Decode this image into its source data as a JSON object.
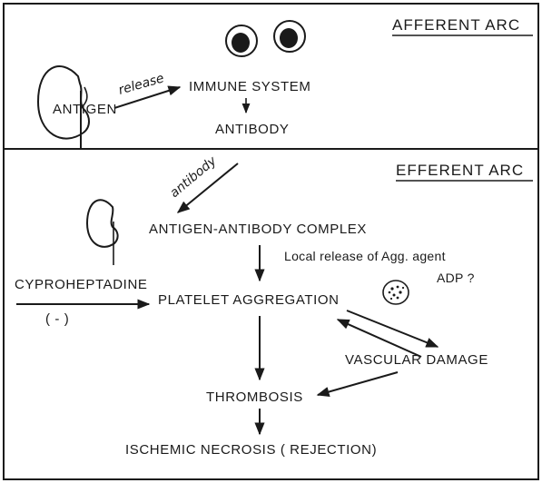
{
  "afferent": {
    "title": "AFFERENT ARC",
    "antigen": "ANTIGEN",
    "release": "release",
    "immune_system": "IMMUNE SYSTEM",
    "antibody": "ANTIBODY"
  },
  "efferent": {
    "title": "EFFERENT ARC",
    "antibody_arrow": "antibody",
    "complex": "ANTIGEN-ANTIBODY COMPLEX",
    "local_release": "Local release of Agg. agent",
    "adp": "ADP ?",
    "cyproheptadine": "CYPROHEPTADINE",
    "inhibit": "( - )",
    "platelet_aggregation": "PLATELET AGGREGATION",
    "vascular_damage": "VASCULAR DAMAGE",
    "thrombosis": "THROMBOSIS",
    "necrosis": "ISCHEMIC NECROSIS ( REJECTION)"
  }
}
